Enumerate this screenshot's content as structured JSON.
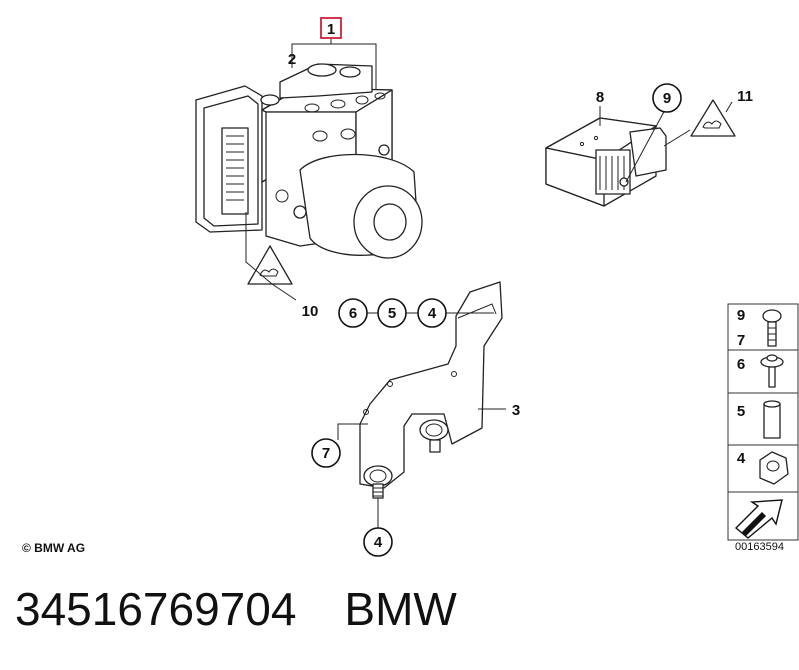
{
  "labels": {
    "highlighted": "1",
    "unit": "2",
    "bracket": "3",
    "nut": "4",
    "sleeve": "5",
    "bolt_washer": "6",
    "screw": "7",
    "sensor": "8",
    "sensor_bolt": "9",
    "sensor_warn": "11",
    "unit_warn": "10",
    "sidebar_9": "9",
    "sidebar_7": "7",
    "sidebar_6": "6",
    "sidebar_5": "5",
    "sidebar_4": "4"
  },
  "footer": {
    "copyright": "© BMW AG",
    "diagram_ref": "00163594"
  },
  "caption": {
    "part_number": "34516769704",
    "brand": "BMW"
  },
  "colors": {
    "highlight": "#d0203a",
    "ink": "#111111"
  }
}
